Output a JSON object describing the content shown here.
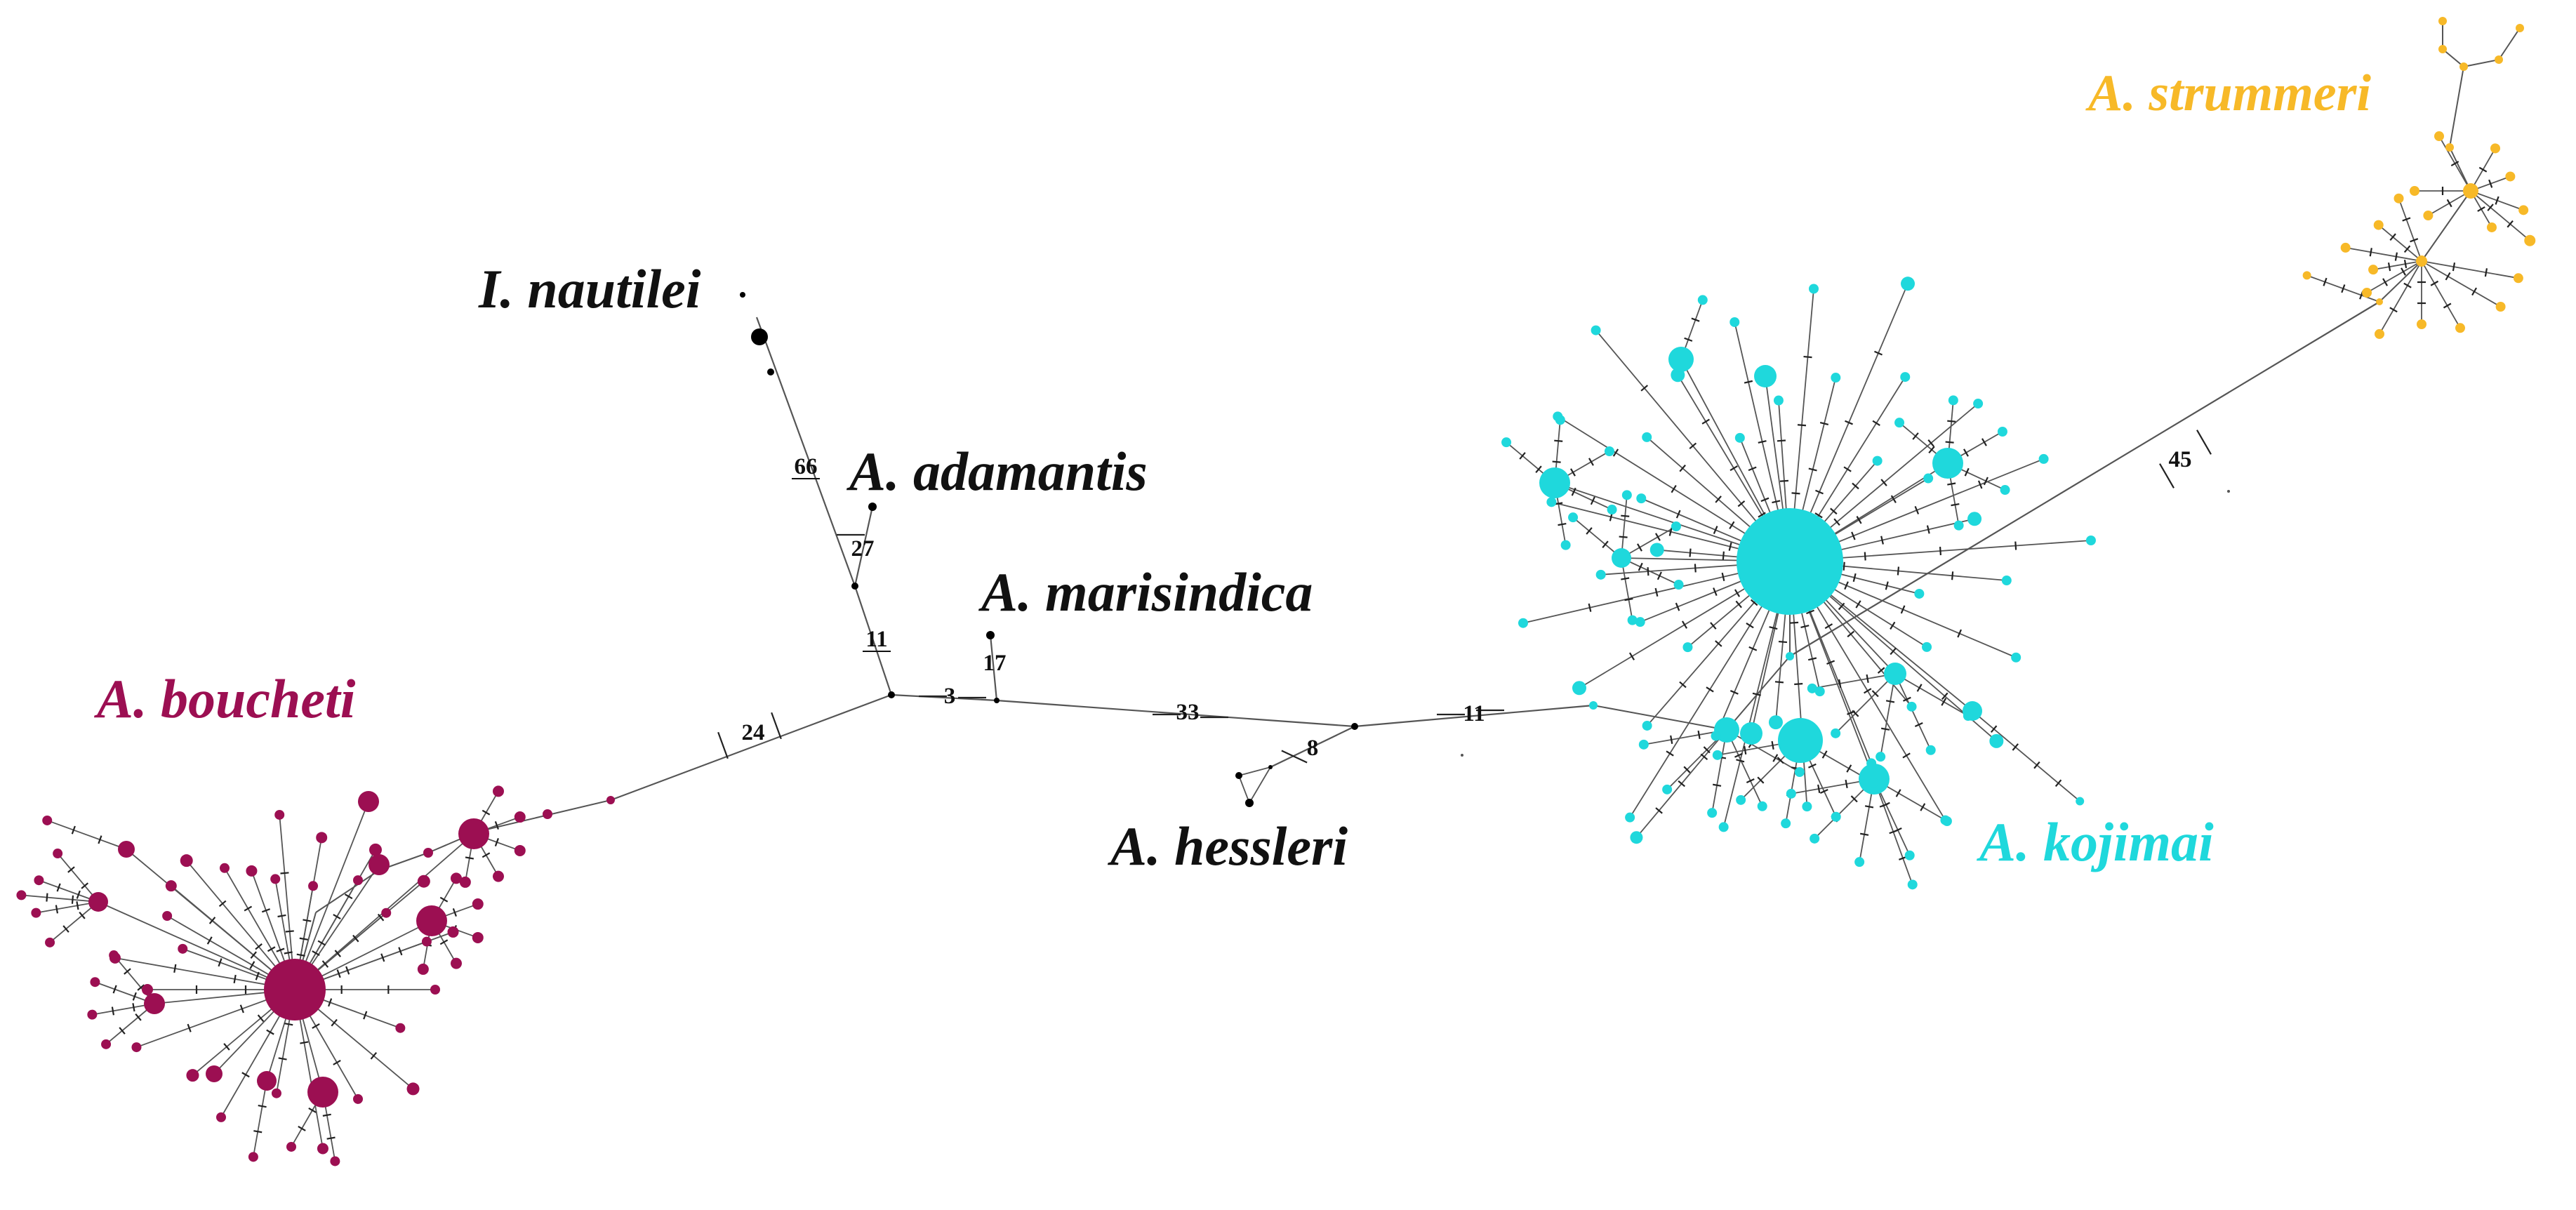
{
  "colors": {
    "boucheti": "#9c0f52",
    "kojimai": "#1fd8dc",
    "strummeri": "#f7b928",
    "outgroup": "#000000",
    "edge": "#555555"
  },
  "species": {
    "nautilei": "I. nautilei",
    "adamantis": "A. adamantis",
    "marisindica": "A. marisindica",
    "boucheti": "A. boucheti",
    "hessleri": "A. hessleri",
    "kojimai": "A. kojimai",
    "strummeri": "A. strummeri"
  },
  "mutation_steps": {
    "m66": "66",
    "m27": "27",
    "m11a": "11",
    "m17": "17",
    "m24": "24",
    "m3": "3",
    "m33": "33",
    "m8": "8",
    "m11b": "11",
    "m45": "45"
  }
}
